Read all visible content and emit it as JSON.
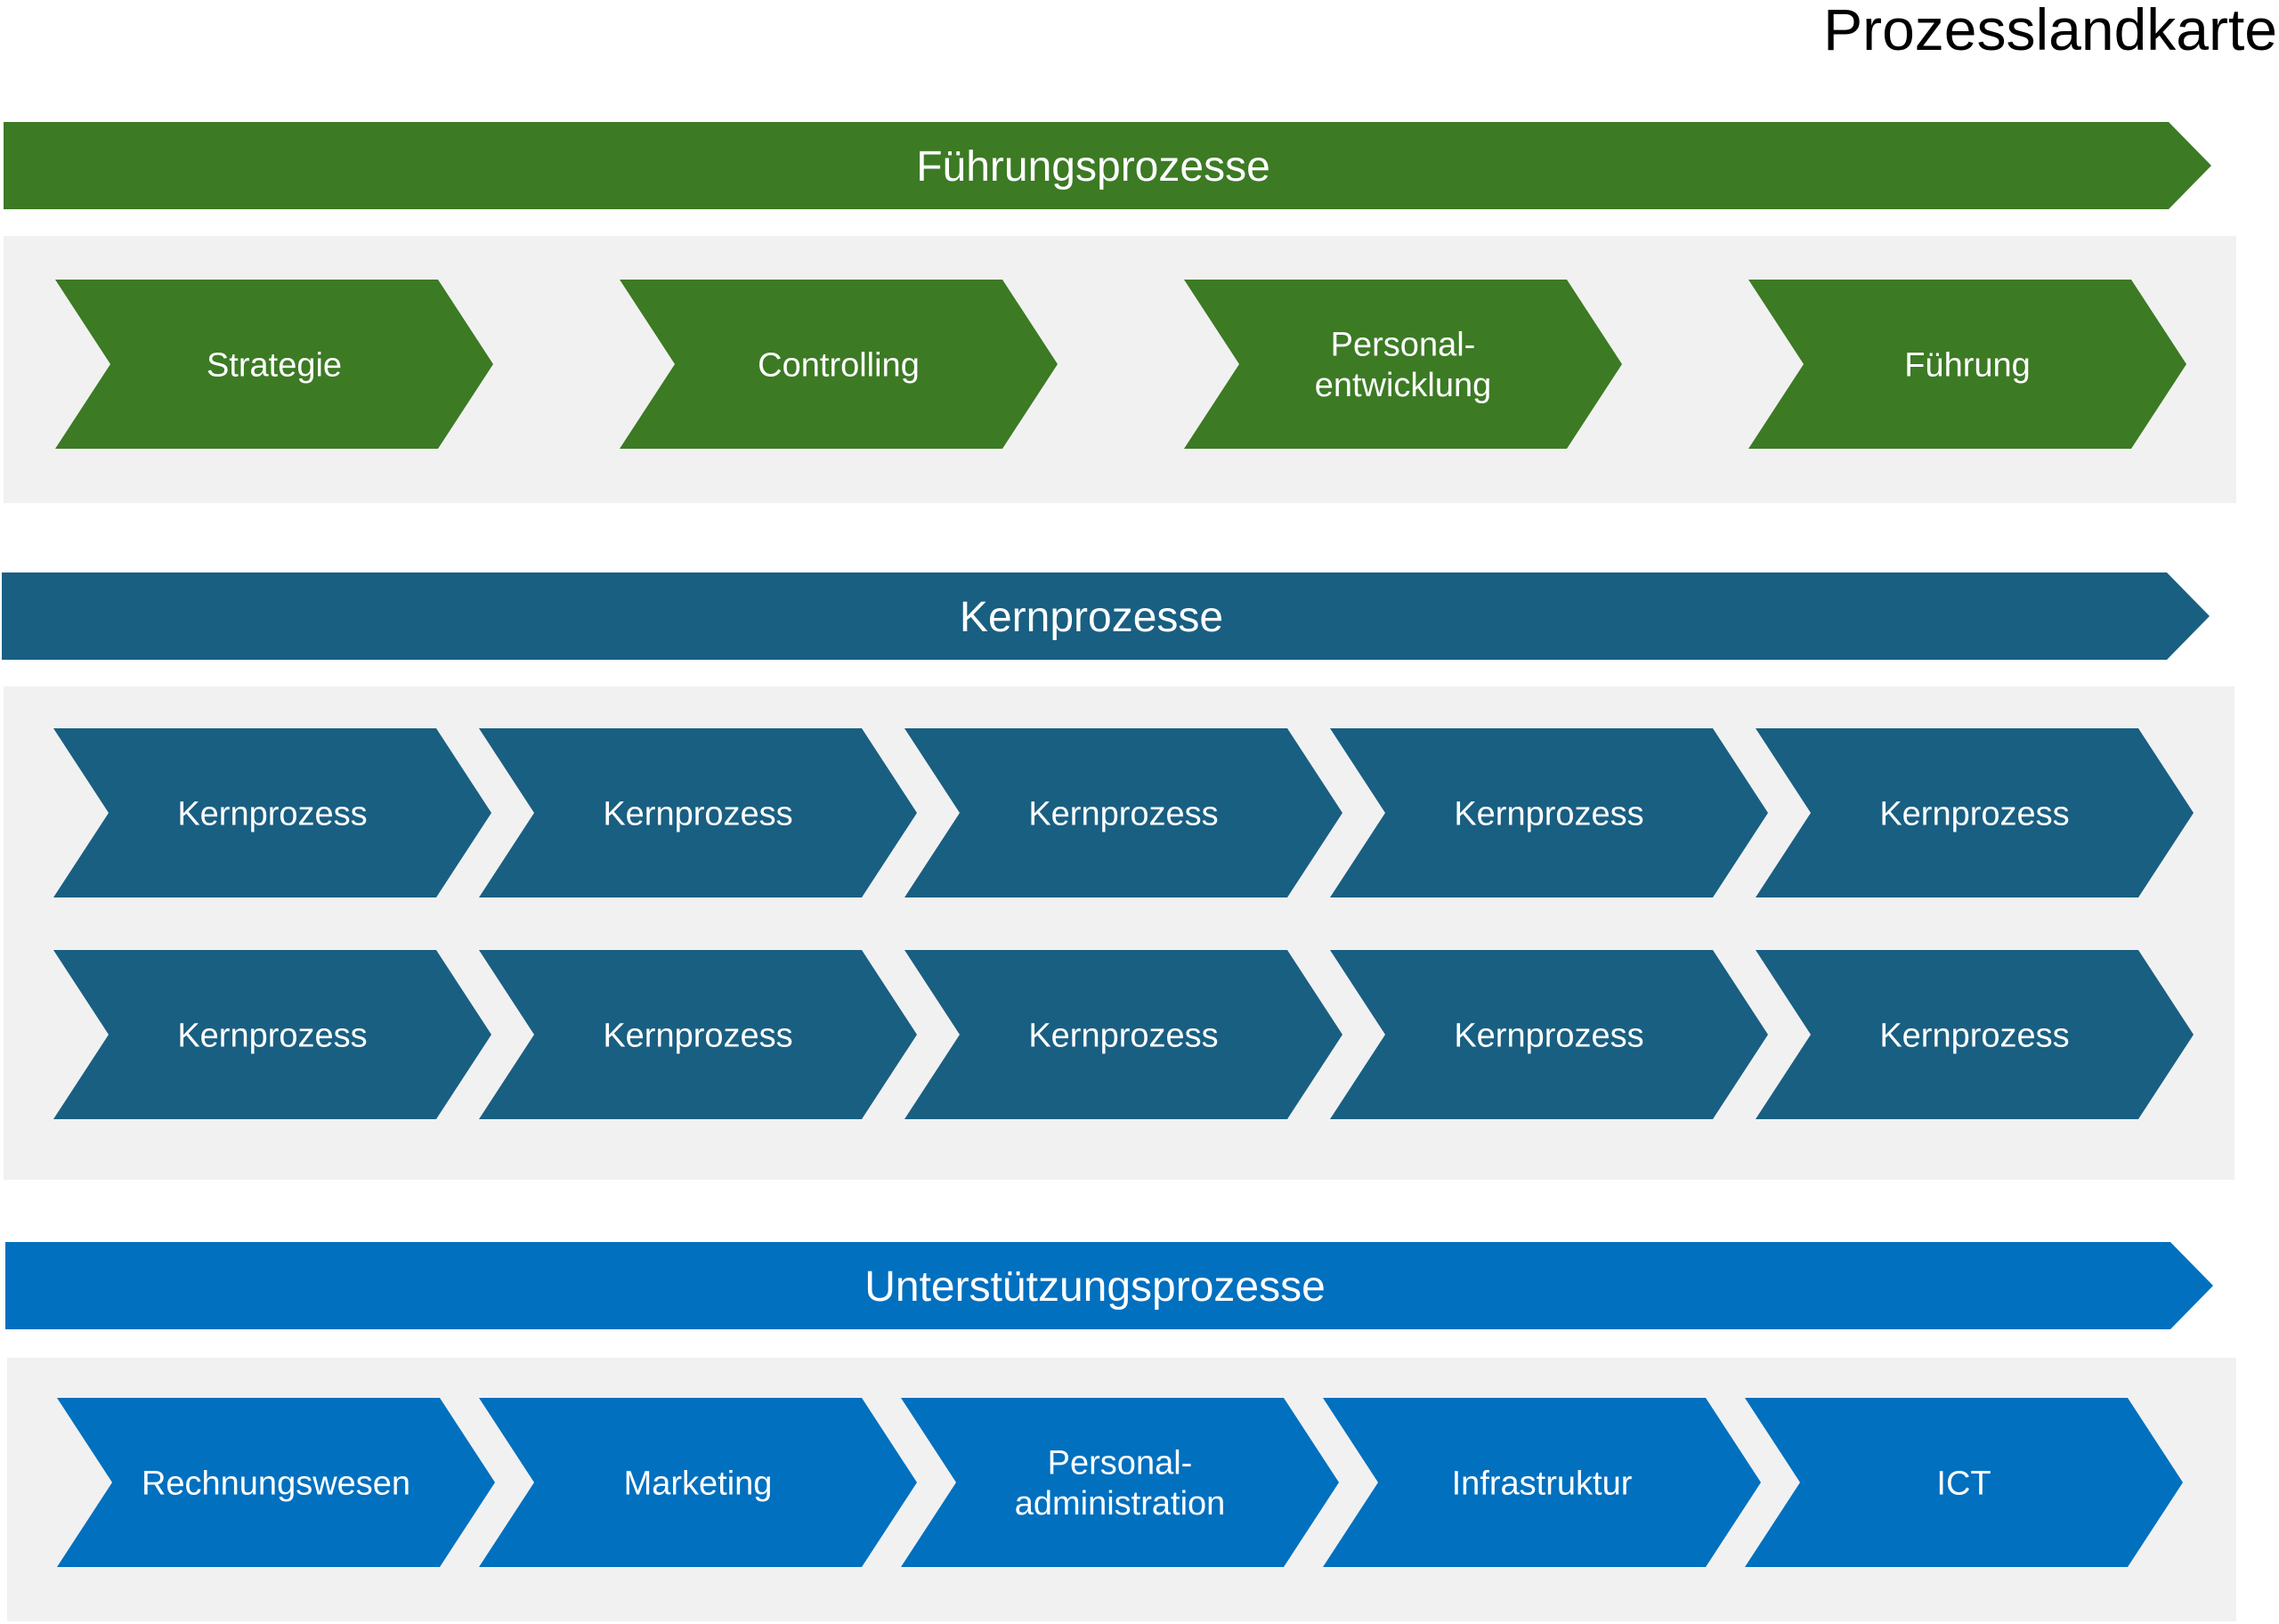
{
  "title": "Prozesslandkarte",
  "colors": {
    "panel": "#f1f1f1",
    "text_light": "#ffffff",
    "text_dark": "#000000"
  },
  "sections": [
    {
      "id": "fuehrung",
      "label": "Führungsprozesse",
      "color": "#3c7a24",
      "rows": [
        [
          "Strategie",
          "Controlling",
          "Personal-\nentwicklung",
          "Führung"
        ]
      ]
    },
    {
      "id": "kern",
      "label": "Kernprozesse",
      "color": "#195f82",
      "rows": [
        [
          "Kernprozess",
          "Kernprozess",
          "Kernprozess",
          "Kernprozess",
          "Kernprozess"
        ],
        [
          "Kernprozess",
          "Kernprozess",
          "Kernprozess",
          "Kernprozess",
          "Kernprozess"
        ]
      ]
    },
    {
      "id": "unterstuetzung",
      "label": "Unterstützungsprozesse",
      "color": "#0070bf",
      "rows": [
        [
          "Rechnungswesen",
          "Marketing",
          "Personal-\nadministration",
          "Infrastruktur",
          "ICT"
        ]
      ]
    }
  ]
}
